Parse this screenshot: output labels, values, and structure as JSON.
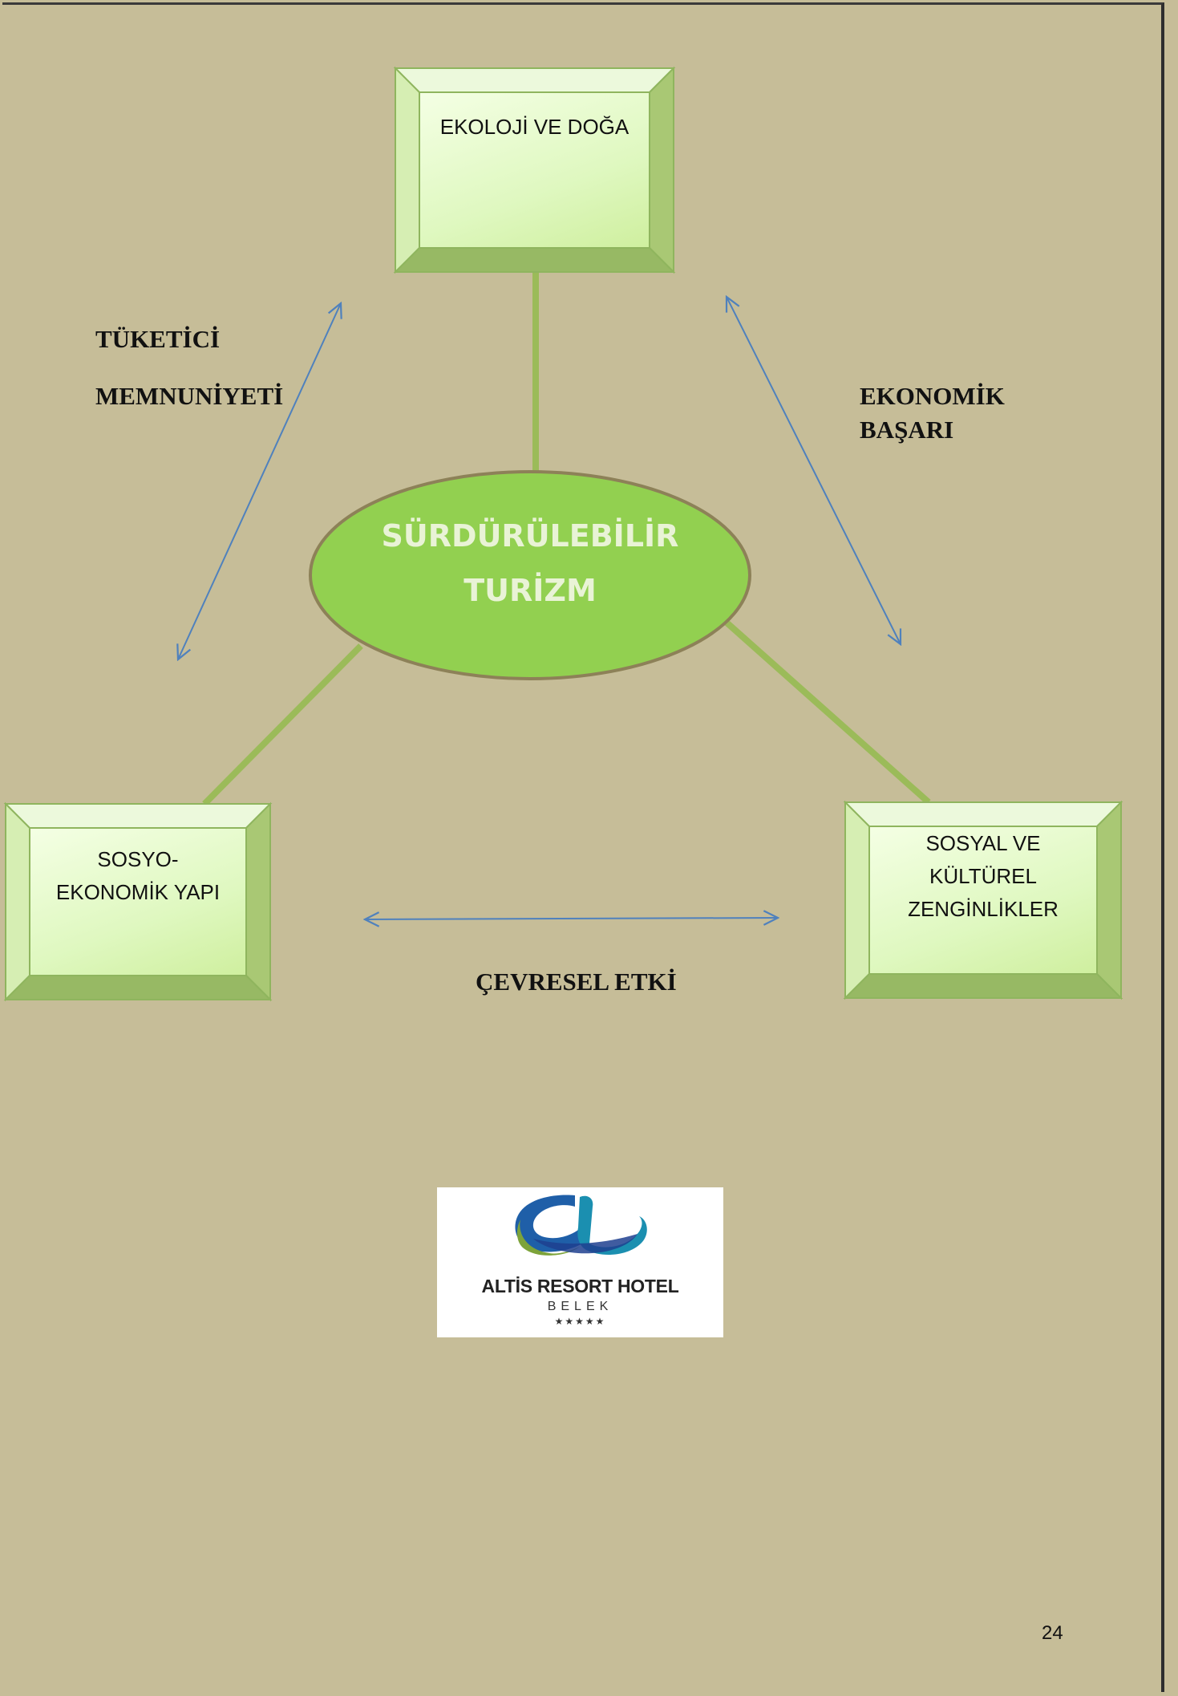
{
  "nodes": {
    "top": "EKOLOJİ VE DOĞA",
    "left": "SOSYO-EKONOMİK YAPI",
    "right": "SOSYAL VE KÜLTÜREL ZENGİNLİKLER",
    "center_line1": "SÜRDÜRÜLEBİLİR",
    "center_line2": "TURİZM"
  },
  "relations": {
    "left_top_line1": "TÜKETİCİ",
    "left_top_line2": "MEMNUNİYETİ",
    "right_top_line1": "EKONOMİK",
    "right_top_line2": "BAŞARI",
    "bottom": "ÇEVRESEL ETKİ"
  },
  "logo": {
    "name": "ALTİS RESORT HOTEL",
    "location": "BELEK",
    "stars": "★★★★★"
  },
  "page_number": "24",
  "colors": {
    "background": "#c6bd98",
    "box_face": "#dff8c0",
    "ellipse_fill": "#92d050",
    "connector": "#9bbb59",
    "arrow": "#4f81bd"
  }
}
